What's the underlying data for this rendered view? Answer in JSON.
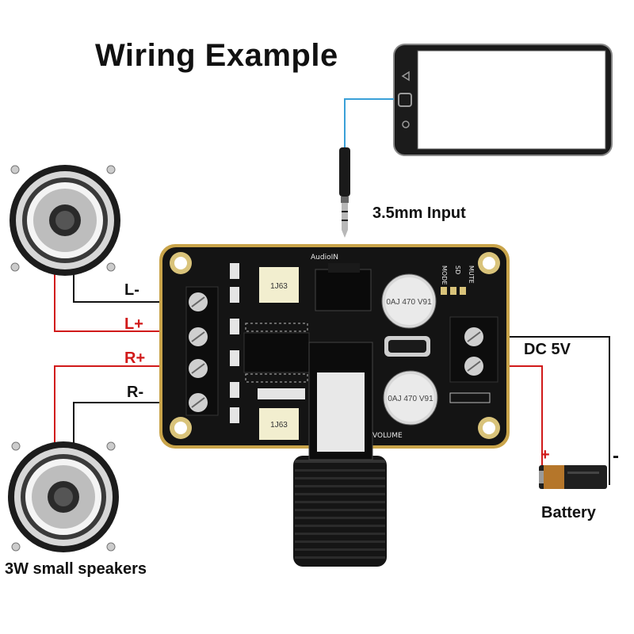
{
  "title": "Wiring Example",
  "labels": {
    "input": "3.5mm Input",
    "l_minus": "L-",
    "l_plus": "L+",
    "r_plus": "R+",
    "r_minus": "R-",
    "dc": "DC 5V",
    "battery": "Battery",
    "speakers": "3W small speakers",
    "plus": "+",
    "minus": "-"
  },
  "silkscreen": {
    "audio_in": "AudioIN",
    "volume": "VOLUME",
    "mode": "MODE",
    "sd": "SD",
    "mute": "MUTE",
    "chip": "1J63",
    "cap": "0AJ 470 V91"
  },
  "colors": {
    "wire_black": "#111111",
    "wire_red": "#d11a1a",
    "wire_audio": "#3aa0d8",
    "board": "#141414",
    "board_edge": "#c9a44a"
  }
}
